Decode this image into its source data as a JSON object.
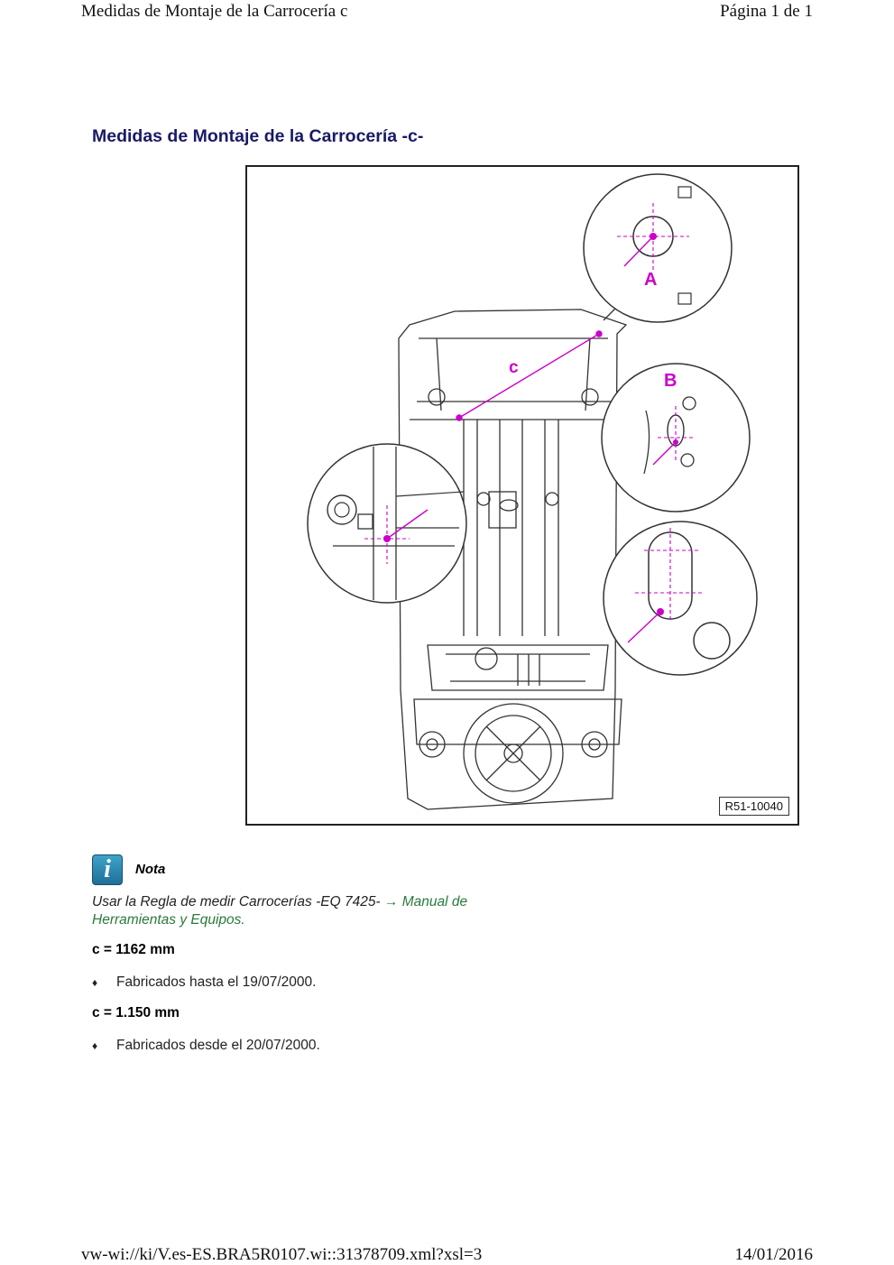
{
  "header": {
    "left": "Medidas de Montaje de la Carrocería c",
    "right": "Página 1 de 1"
  },
  "title": "Medidas de Montaje de la Carrocería -c-",
  "figure": {
    "labels": {
      "a": "A",
      "b": "B",
      "c": "c"
    },
    "ref": "R51-10040",
    "accent_color": "#cc00cc"
  },
  "note": {
    "icon": "info-icon",
    "title": "Nota",
    "text": "Usar la Regla de medir Carrocerías -EQ 7425-",
    "link_arrow": "→",
    "link": "Manual de Herramientas y Equipos."
  },
  "specs": [
    {
      "value": "c = 1162 mm",
      "bullet": "Fabricados hasta el 19/07/2000."
    },
    {
      "value": "c = 1.150 mm",
      "bullet": "Fabricados desde el 20/07/2000."
    }
  ],
  "bullet_glyph": "♦",
  "footer": {
    "left": "vw-wi://ki/V.es-ES.BRA5R0107.wi::31378709.xml?xsl=3",
    "right": "14/01/2016"
  }
}
